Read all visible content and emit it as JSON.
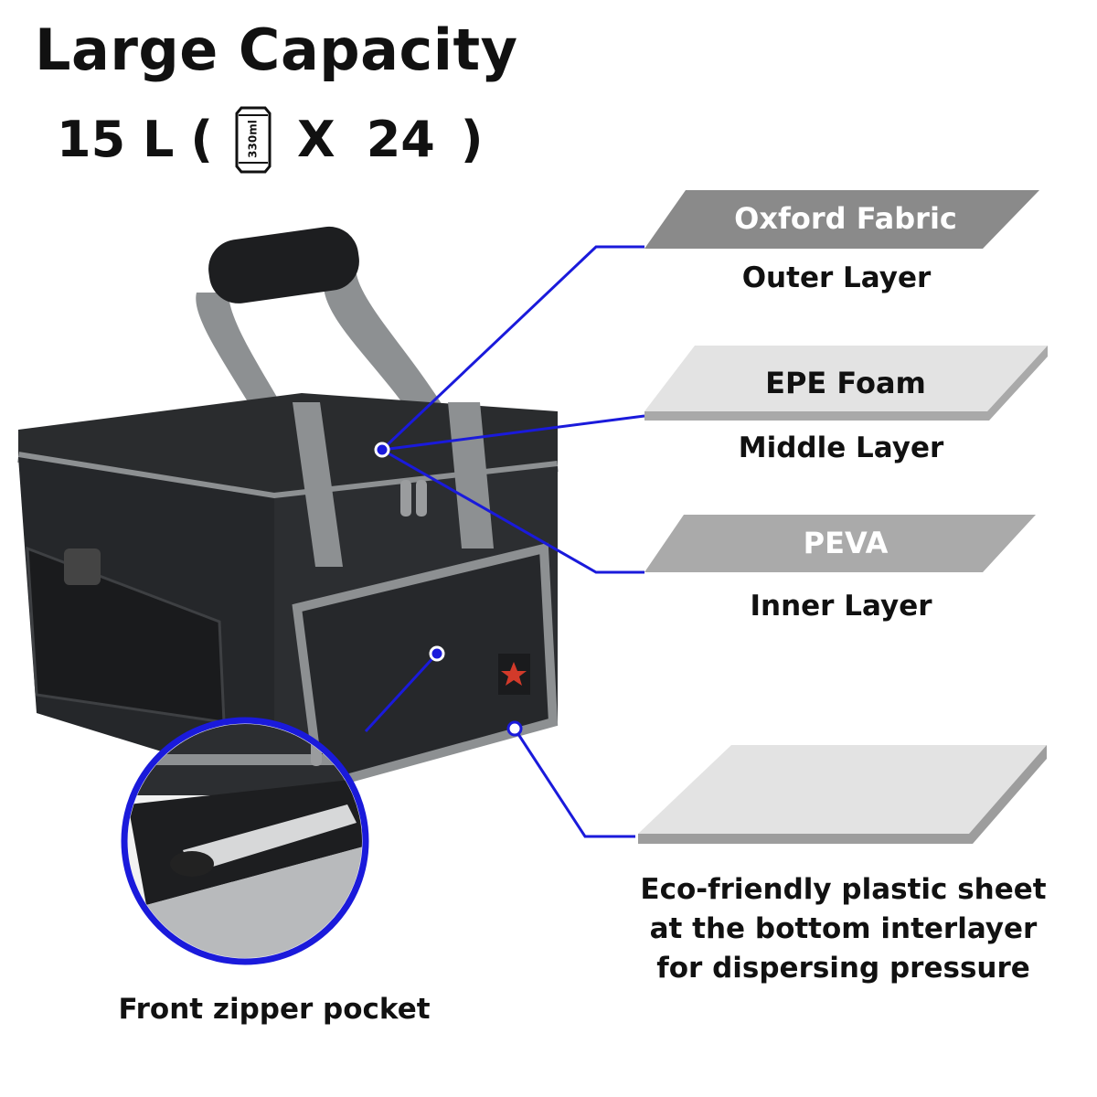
{
  "header": {
    "title": "Large Capacity",
    "capacity_volume": "15 L",
    "open_paren": "(",
    "can_label": "330ml",
    "times_sign": "X",
    "can_count": "24",
    "close_paren": ")"
  },
  "layers": [
    {
      "material": "Oxford Fabric",
      "layer": "Outer Layer"
    },
    {
      "material": "EPE Foam",
      "layer": "Middle Layer"
    },
    {
      "material": "PEVA",
      "layer": "Inner Layer"
    }
  ],
  "bottom_sheet": {
    "caption_line1": "Eco-friendly plastic sheet",
    "caption_line2": "at the bottom interlayer",
    "caption_line3": "for dispersing pressure"
  },
  "pocket_caption": "Front zipper pocket",
  "colors": {
    "callout_line": "#1a1adb",
    "band_dark": "#8a8a8a",
    "band_light": "#e3e3e3",
    "bag_body": "#2b2d2f",
    "bag_trim": "#8d9092"
  }
}
